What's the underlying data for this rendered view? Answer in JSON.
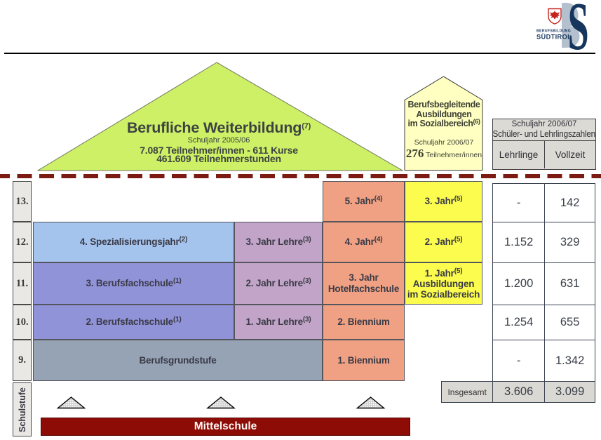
{
  "colors": {
    "green": "#cdf067",
    "paleyellow": "#ffffc2",
    "yellow": "#fcfc4f",
    "salmon": "#f0a183",
    "lightblue": "#a4c4ee",
    "periwinkle": "#9193d9",
    "mauve": "#c1a4c8",
    "greyblue": "#95a3b4",
    "maroon": "#8e0c06",
    "dashred": "#7c1b12",
    "navy": "#17365d",
    "logogrey": "#b5c0ce"
  },
  "logo": {
    "line1": "BERUFSBILDUNG",
    "line2": "SÜDTIROL"
  },
  "triangle": {
    "title": "Berufliche Weiterbildung",
    "title_sup": "(7)",
    "subtitle": "Schuljahr 2005/06",
    "line1": "7.087 Teilnehmer/innen - 611 Kurse",
    "line2": "461.609 Teilnehmerstunden"
  },
  "house": {
    "title_line1": "Berufsbegleitende",
    "title_line2": "Ausbildungen",
    "title_line3": "im Sozialbereich",
    "title_sup": "(6)",
    "subtitle": "Schuljahr 2006/07",
    "count": "276",
    "count_label": " Teilnehmer/innen"
  },
  "stats": {
    "header_line1": "Schuljahr 2006/07",
    "header_line2": "Schüler- und Lehrlingszahlen",
    "col_lehrlinge": "Lehrlinge",
    "col_vollzeit": "Vollzeit",
    "rows": [
      {
        "lehrlinge": "-",
        "vollzeit": "142"
      },
      {
        "lehrlinge": "1.152",
        "vollzeit": "329"
      },
      {
        "lehrlinge": "1.200",
        "vollzeit": "631"
      },
      {
        "lehrlinge": "1.254",
        "vollzeit": "655"
      },
      {
        "lehrlinge": "-",
        "vollzeit": "1.342"
      }
    ],
    "total_label": "Insgesamt",
    "total_lehrlinge": "3.606",
    "total_vollzeit": "3.099"
  },
  "axis": {
    "label": "Schulstufe",
    "levels": [
      "13.",
      "12.",
      "11.",
      "10.",
      "9."
    ]
  },
  "grid": {
    "r13_c3": {
      "label": "5. Jahr",
      "sup": "(4)"
    },
    "r13_c4": {
      "label": "3. Jahr",
      "sup": "(5)"
    },
    "r12_c1": {
      "label": "4. Spezialisierungsjahr",
      "sup": "(2)"
    },
    "r12_c2": {
      "label": "3. Jahr Lehre",
      "sup": "(3)"
    },
    "r12_c3": {
      "label": "4. Jahr",
      "sup": "(4)"
    },
    "r12_c4": {
      "label": "2. Jahr",
      "sup": "(5)"
    },
    "r11_c1": {
      "label": "3. Berufsfachschule",
      "sup": "(1)"
    },
    "r11_c2": {
      "label": "2. Jahr Lehre",
      "sup": "(3)"
    },
    "r11_c3": {
      "line1": "3. Jahr",
      "line2": "Hotelfachschule"
    },
    "r11_c4": {
      "line1": "1. Jahr",
      "sup": "(5)",
      "line2": "Ausbildungen",
      "line3": "im Sozialbereich"
    },
    "r10_c1": {
      "label": "2. Berufsfachschule",
      "sup": "(1)"
    },
    "r10_c2": {
      "label": "1. Jahr Lehre",
      "sup": "(3)"
    },
    "r10_c3": {
      "label": "2. Biennium"
    },
    "r9_c12": {
      "label": "Berufsgrundstufe"
    },
    "r9_c3": {
      "label": "1. Biennium"
    }
  },
  "mittelschule": {
    "label": "Mittelschule"
  }
}
